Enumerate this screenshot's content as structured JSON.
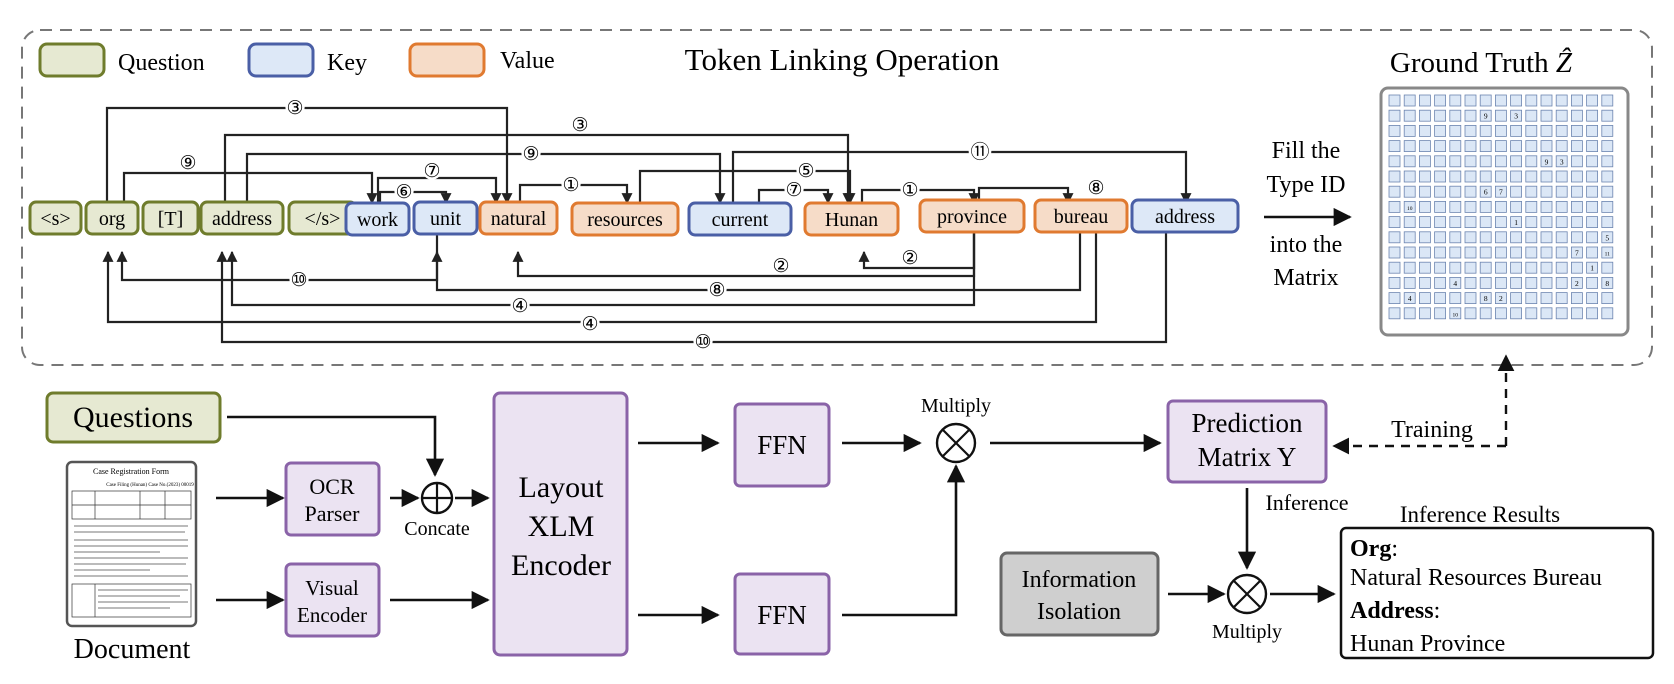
{
  "legend": {
    "question": "Question",
    "key": "Key",
    "value": "Value"
  },
  "token_title": "Token Linking Operation",
  "ground_truth": {
    "title": "Ground Truth ",
    "symbol": "Ẑ"
  },
  "fill_text": [
    "Fill the",
    "Type ID",
    "into the",
    "Matrix"
  ],
  "tokens": [
    {
      "text": "<s>",
      "type": "question"
    },
    {
      "text": "org",
      "type": "question"
    },
    {
      "text": "[T]",
      "type": "question"
    },
    {
      "text": "address",
      "type": "question"
    },
    {
      "text": "</s>",
      "type": "question"
    },
    {
      "text": "work",
      "type": "key"
    },
    {
      "text": "unit",
      "type": "key"
    },
    {
      "text": "natural",
      "type": "value"
    },
    {
      "text": "resources",
      "type": "value"
    },
    {
      "text": "current",
      "type": "key"
    },
    {
      "text": "Hunan",
      "type": "value"
    },
    {
      "text": "province",
      "type": "value"
    },
    {
      "text": "bureau",
      "type": "value"
    },
    {
      "text": "address",
      "type": "key"
    }
  ],
  "link_labels": [
    "③",
    "③",
    "⑨",
    "⑨",
    "⑥",
    "⑦",
    "①",
    "⑦",
    "⑤",
    "⑪",
    "①",
    "⑧",
    "⑩",
    "②",
    "②",
    "⑧",
    "④",
    "④",
    "⑩"
  ],
  "matrix_ids": [
    "9",
    "3",
    "9",
    "3",
    "6",
    "7",
    "10",
    "1",
    "5",
    "7",
    "11",
    "1",
    "4",
    "2",
    "8",
    "4",
    "8",
    "2",
    "10"
  ],
  "pipeline": {
    "questions": "Questions",
    "document": "Document",
    "ocr": [
      "OCR",
      "Parser"
    ],
    "visual": [
      "Visual",
      "Encoder"
    ],
    "concat": "Concate",
    "encoder": [
      "Layout",
      "XLM",
      "Encoder"
    ],
    "ffn1": "FFN",
    "ffn2": "FFN",
    "multiply1": "Multiply",
    "multiply2": "Multiply",
    "prediction": [
      "Prediction",
      "Matrix Y"
    ],
    "training": "Training",
    "inference": "Inference",
    "info_isolation": [
      "Information",
      "Isolation"
    ],
    "results_title": "Inference Results",
    "results": {
      "org_label": "Org",
      "org_value": "Natural Resources Bureau",
      "address_label": "Address",
      "address_value": "Hunan Province"
    }
  },
  "doc_thumbnail": {
    "title": "Case Registration Form",
    "header": "Case Filing (Hunan) Case No.(2023) 00019"
  }
}
